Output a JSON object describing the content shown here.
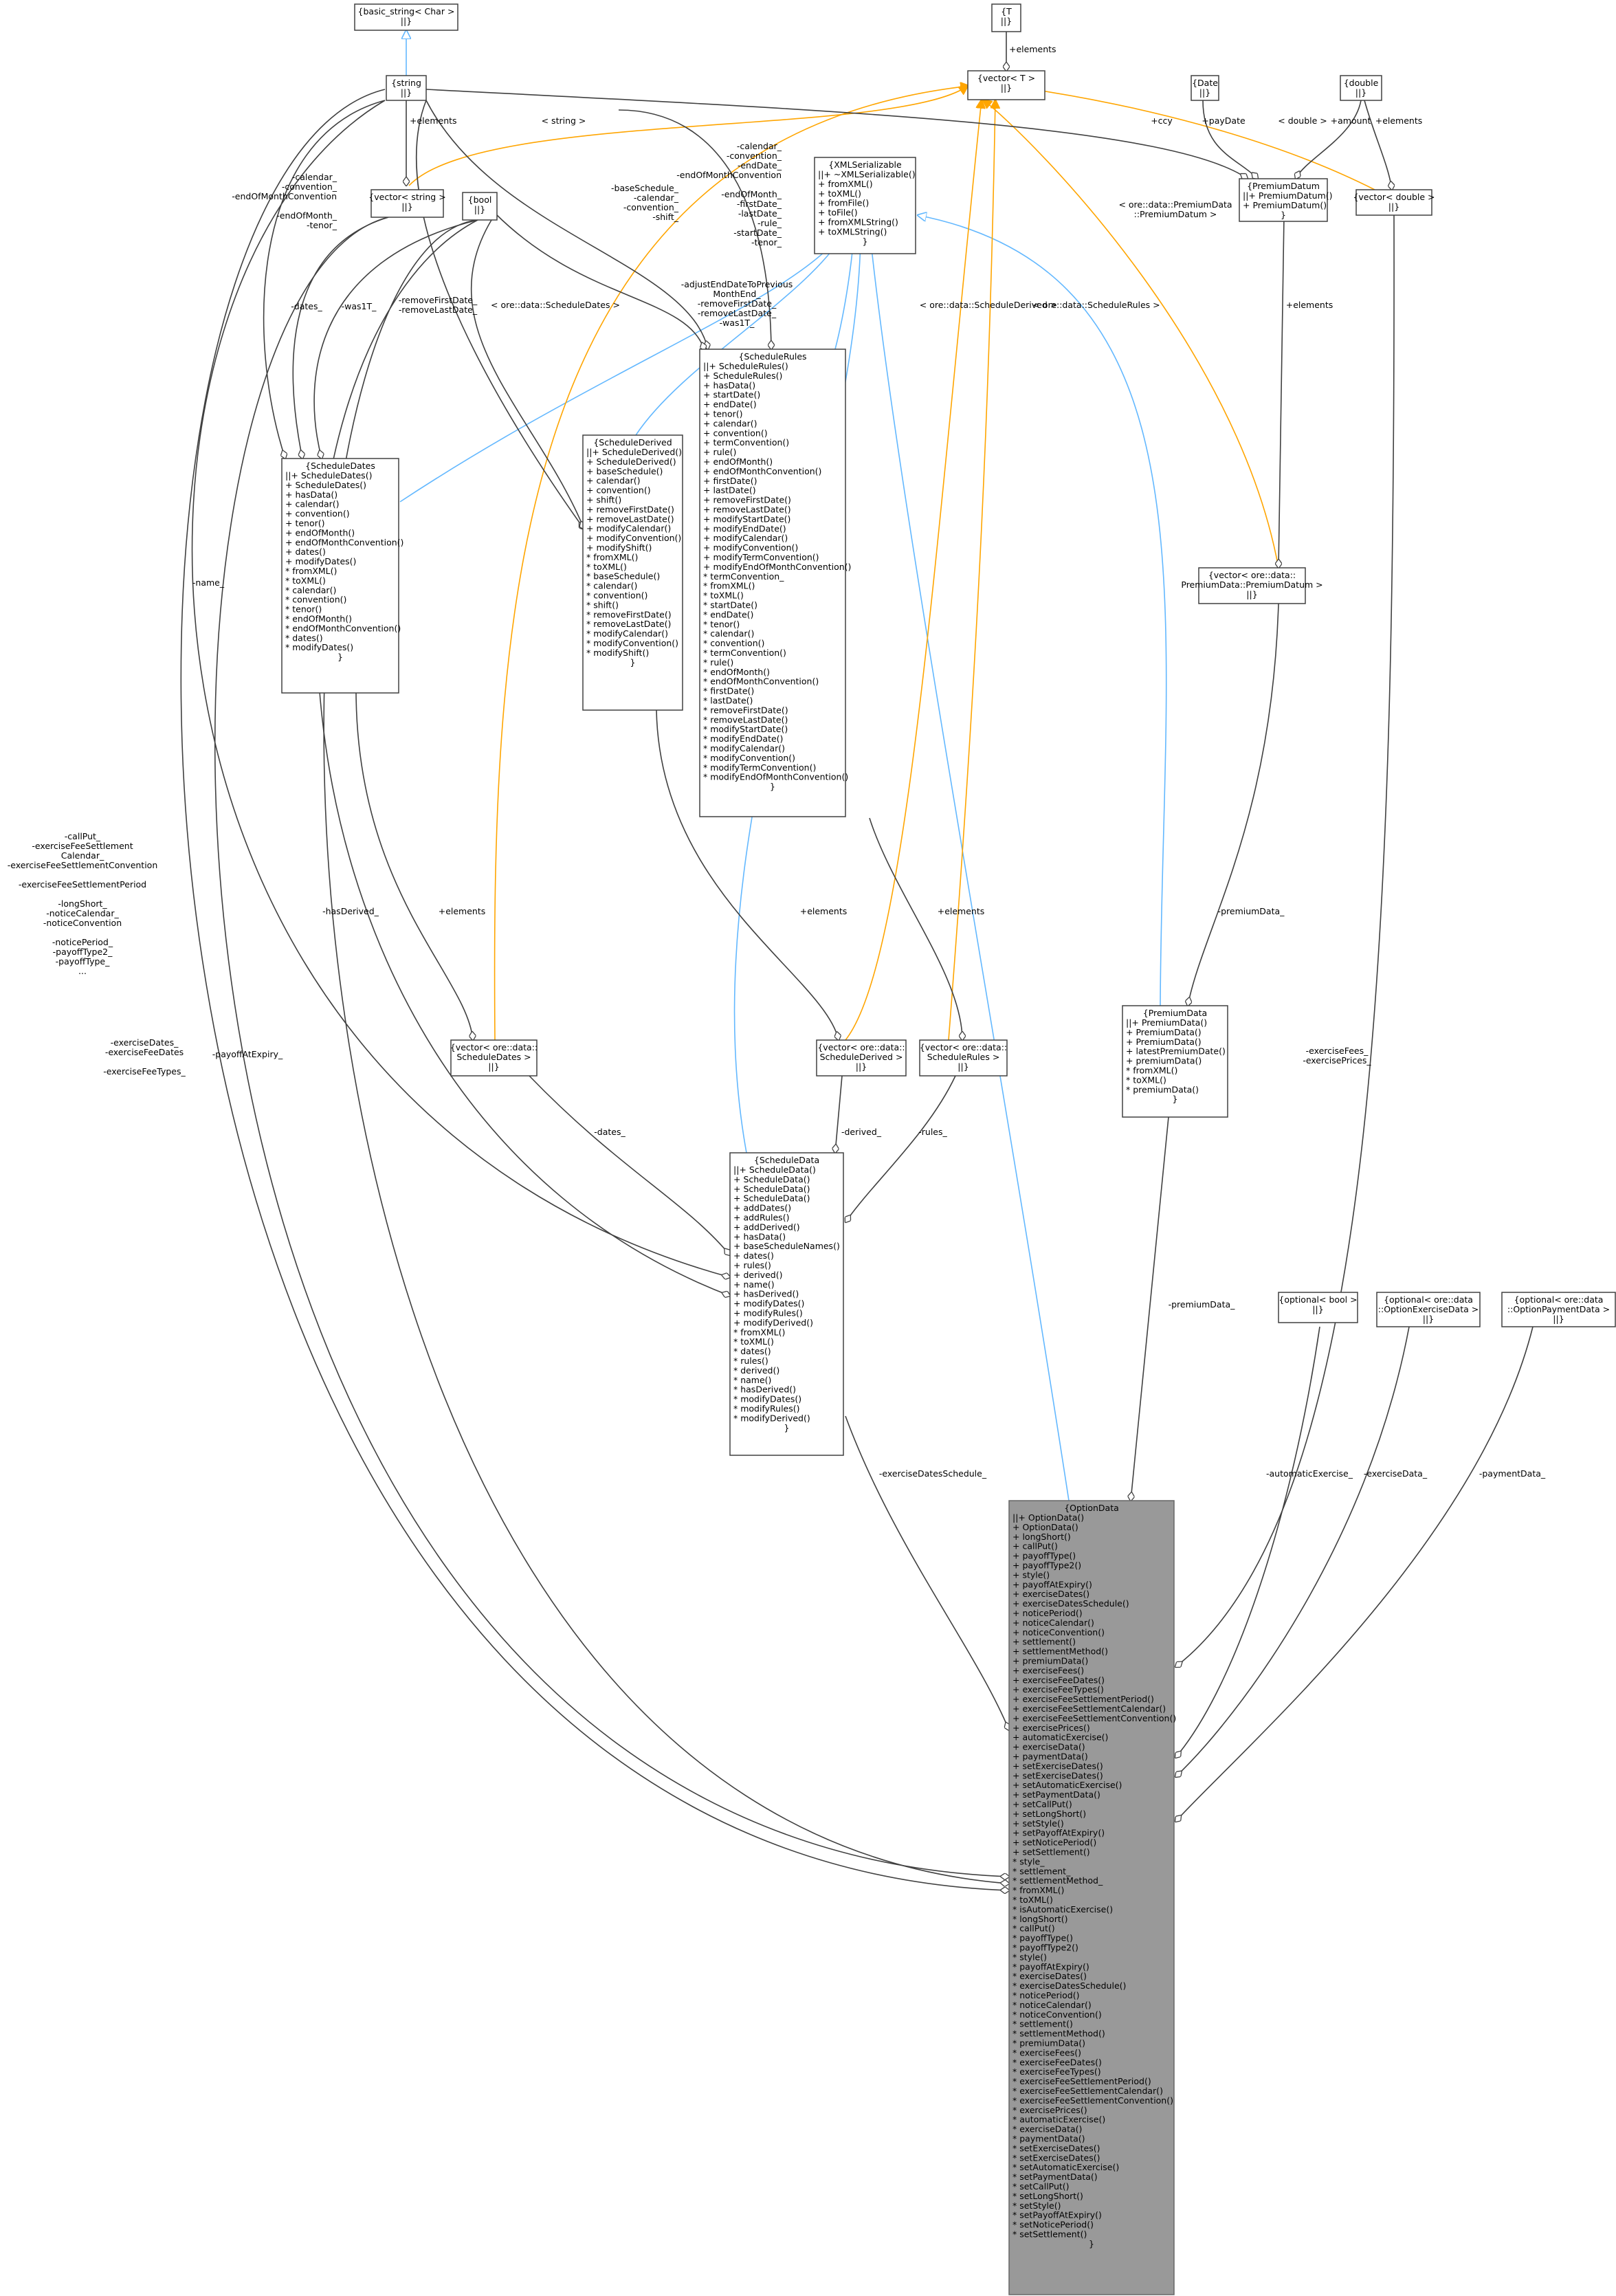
{
  "nodes": {
    "basic_string": [
      "{basic_string< Char >",
      "||}"
    ],
    "T": [
      "{T",
      "||}"
    ],
    "vectorT": [
      "{vector< T >",
      "||}"
    ],
    "string": [
      "{string",
      "||}"
    ],
    "Date": [
      "{Date",
      "||}"
    ],
    "double": [
      "{double",
      "||}"
    ],
    "vector_string": [
      "{vector< string >",
      "||}"
    ],
    "bool": [
      "{bool",
      "||}"
    ],
    "XMLSerializable": [
      "{XMLSerializable",
      "||+ ~XMLSerializable()",
      "+ fromXML()",
      "+ toXML()",
      "+ fromFile()",
      "+ toFile()",
      "+ fromXMLString()",
      "+ toXMLString()",
      "}"
    ],
    "PremiumDatum": [
      "{PremiumDatum",
      "||+ PremiumDatum()",
      "+ PremiumDatum()",
      "}"
    ],
    "vector_double": [
      "{vector< double >",
      "||}"
    ],
    "ScheduleDates": [
      "{ScheduleDates",
      "||+ ScheduleDates()",
      "+ ScheduleDates()",
      "+ hasData()",
      "+ calendar()",
      "+ convention()",
      "+ tenor()",
      "+ endOfMonth()",
      "+ endOfMonthConvention()",
      "+ dates()",
      "+ modifyDates()",
      "* fromXML()",
      "* toXML()",
      "* calendar()",
      "* convention()",
      "* tenor()",
      "* endOfMonth()",
      "* endOfMonthConvention()",
      "* dates()",
      "* modifyDates()",
      "}"
    ],
    "ScheduleDerived": [
      "{ScheduleDerived",
      "||+ ScheduleDerived()",
      "+ ScheduleDerived()",
      "+ baseSchedule()",
      "+ calendar()",
      "+ convention()",
      "+ shift()",
      "+ removeFirstDate()",
      "+ removeLastDate()",
      "+ modifyCalendar()",
      "+ modifyConvention()",
      "+ modifyShift()",
      "* fromXML()",
      "* toXML()",
      "* baseSchedule()",
      "* calendar()",
      "* convention()",
      "* shift()",
      "* removeFirstDate()",
      "* removeLastDate()",
      "* modifyCalendar()",
      "* modifyConvention()",
      "* modifyShift()",
      "}"
    ],
    "ScheduleRules": [
      "{ScheduleRules",
      "||+ ScheduleRules()",
      "+ ScheduleRules()",
      "+ hasData()",
      "+ startDate()",
      "+ endDate()",
      "+ tenor()",
      "+ calendar()",
      "+ convention()",
      "+ termConvention()",
      "+ rule()",
      "+ endOfMonth()",
      "+ endOfMonthConvention()",
      "+ firstDate()",
      "+ lastDate()",
      "+ removeFirstDate()",
      "+ removeLastDate()",
      "+ modifyStartDate()",
      "+ modifyEndDate()",
      "+ modifyCalendar()",
      "+ modifyConvention()",
      "+ modifyTermConvention()",
      "+ modifyEndOfMonthConvention()",
      "* termConvention_",
      "* fromXML()",
      "* toXML()",
      "* startDate()",
      "* endDate()",
      "* tenor()",
      "* calendar()",
      "* convention()",
      "* termConvention()",
      "* rule()",
      "* endOfMonth()",
      "* endOfMonthConvention()",
      "* firstDate()",
      "* lastDate()",
      "* removeFirstDate()",
      "* removeLastDate()",
      "* modifyStartDate()",
      "* modifyEndDate()",
      "* modifyCalendar()",
      "* modifyConvention()",
      "* modifyTermConvention()",
      "* modifyEndOfMonthConvention()",
      "}"
    ],
    "vector_PremiumDatum": [
      "{vector< ore::data::",
      "PremiumData::PremiumDatum >",
      "||}"
    ],
    "vector_ScheduleDates": [
      "{vector< ore::data::",
      "ScheduleDates >",
      "||}"
    ],
    "vector_ScheduleDerived": [
      "{vector< ore::data::",
      "ScheduleDerived >",
      "||}"
    ],
    "vector_ScheduleRules": [
      "{vector< ore::data::",
      "ScheduleRules >",
      "||}"
    ],
    "PremiumData": [
      "{PremiumData",
      "||+ PremiumData()",
      "+ PremiumData()",
      "+ PremiumData()",
      "+ latestPremiumDate()",
      "+ premiumData()",
      "* fromXML()",
      "* toXML()",
      "* premiumData()",
      "}"
    ],
    "ScheduleData": [
      "{ScheduleData",
      "||+ ScheduleData()",
      "+ ScheduleData()",
      "+ ScheduleData()",
      "+ ScheduleData()",
      "+ addDates()",
      "+ addRules()",
      "+ addDerived()",
      "+ hasData()",
      "+ baseScheduleNames()",
      "+ dates()",
      "+ rules()",
      "+ derived()",
      "+ name()",
      "+ hasDerived()",
      "+ modifyDates()",
      "+ modifyRules()",
      "+ modifyDerived()",
      "* fromXML()",
      "* toXML()",
      "* dates()",
      "* rules()",
      "* derived()",
      "* name()",
      "* hasDerived()",
      "* modifyDates()",
      "* modifyRules()",
      "* modifyDerived()",
      "}"
    ],
    "optional_bool": [
      "{optional< bool >",
      "||}"
    ],
    "optional_exercise": [
      "{optional< ore::data",
      "::OptionExerciseData >",
      "||}"
    ],
    "optional_payment": [
      "{optional< ore::data",
      "::OptionPaymentData >",
      "||}"
    ],
    "OptionData": [
      "{OptionData",
      "||+ OptionData()",
      "+ OptionData()",
      "+ longShort()",
      "+ callPut()",
      "+ payoffType()",
      "+ payoffType2()",
      "+ style()",
      "+ payoffAtExpiry()",
      "+ exerciseDates()",
      "+ exerciseDatesSchedule()",
      "+ noticePeriod()",
      "+ noticeCalendar()",
      "+ noticeConvention()",
      "+ settlement()",
      "+ settlementMethod()",
      "+ premiumData()",
      "+ exerciseFees()",
      "+ exerciseFeeDates()",
      "+ exerciseFeeTypes()",
      "+ exerciseFeeSettlementPeriod()",
      "+ exerciseFeeSettlementCalendar()",
      "+ exerciseFeeSettlementConvention()",
      "+ exercisePrices()",
      "+ automaticExercise()",
      "+ exerciseData()",
      "+ paymentData()",
      "+ setExerciseDates()",
      "+ setExerciseDates()",
      "+ setAutomaticExercise()",
      "+ setPaymentData()",
      "+ setCallPut()",
      "+ setLongShort()",
      "+ setStyle()",
      "+ setPayoffAtExpiry()",
      "+ setNoticePeriod()",
      "+ setSettlement()",
      "* style_",
      "* settlement_",
      "* settlementMethod_",
      "* fromXML()",
      "* toXML()",
      "* isAutomaticExercise()",
      "* longShort()",
      "* callPut()",
      "* payoffType()",
      "* payoffType2()",
      "* style()",
      "* payoffAtExpiry()",
      "* exerciseDates()",
      "* exerciseDatesSchedule()",
      "* noticePeriod()",
      "* noticeCalendar()",
      "* noticeConvention()",
      "* settlement()",
      "* settlementMethod()",
      "* premiumData()",
      "* exerciseFees()",
      "* exerciseFeeDates()",
      "* exerciseFeeTypes()",
      "* exerciseFeeSettlementPeriod()",
      "* exerciseFeeSettlementCalendar()",
      "* exerciseFeeSettlementConvention()",
      "* exercisePrices()",
      "* automaticExercise()",
      "* exerciseData()",
      "* paymentData()",
      "* setExerciseDates()",
      "* setExerciseDates()",
      "* setAutomaticExercise()",
      "* setPaymentData()",
      "* setCallPut()",
      "* setLongShort()",
      "* setStyle()",
      "* setPayoffAtExpiry()",
      "* setNoticePeriod()",
      "* setSettlement()",
      "}"
    ]
  },
  "edge_labels": {
    "T_elements": "+elements",
    "string_elements": "+elements",
    "string_tmpl": "< string >",
    "ccy": "+ccy",
    "payDate": "+payDate",
    "amount": "+amount",
    "double_elements": "+elements",
    "double_tmpl": "< double >",
    "premiumdatum_tmpl": [
      "< ore::data::PremiumData",
      "::PremiumDatum >"
    ],
    "premiumdatum_elements": "+elements",
    "sd_string": [
      "-calendar_",
      "-convention_",
      "-endOfMonthConvention",
      "",
      "-endOfMonth_",
      "-tenor_"
    ],
    "sd_dates": "-dates_",
    "sd_was1T": "-was1T_",
    "sder_string": [
      "-baseSchedule_",
      "-calendar_",
      "-convention_",
      "-shift_"
    ],
    "sder_bool": [
      "-removeFirstDate_",
      "-removeLastDate_"
    ],
    "sr_string": [
      "-calendar_",
      "-convention_",
      "-endDate_",
      "-endOfMonthConvention",
      "",
      "-endOfMonth_",
      "-firstDate_",
      "-lastDate_",
      "-rule_",
      "-startDate_",
      "-tenor_"
    ],
    "sr_bool": [
      "-adjustEndDateToPrevious",
      "MonthEnd_",
      "-removeFirstDate_",
      "-removeLastDate_",
      "-was1T_"
    ],
    "sdates_tmpl": "< ore::data::ScheduleDates >",
    "sderived_tmpl": "< ore::data::ScheduleDerived >",
    "srules_tmpl": "< ore::data::ScheduleRules >",
    "vsd_elements": "+elements",
    "vsder_elements": "+elements",
    "vsr_elements": "+elements",
    "name": "-name_",
    "hasDerived": "-hasDerived_",
    "dates": "-dates_",
    "derived": "-derived_",
    "rules": "-rules_",
    "premiumData_vec": "-premiumData_",
    "premiumData": "-premiumData_",
    "od_string": [
      "-callPut_",
      "-exerciseFeeSettlement",
      "Calendar_",
      "-exerciseFeeSettlementConvention",
      "",
      "-exerciseFeeSettlementPeriod",
      "",
      "-longShort_",
      "-noticeCalendar_",
      "-noticeConvention",
      "",
      "-noticePeriod_",
      "-payoffType2_",
      "-payoffType_",
      "..."
    ],
    "od_vstring": [
      "-exerciseDates_",
      "-exerciseFeeDates",
      "",
      "-exerciseFeeTypes_"
    ],
    "payoffAtExpiry": "-payoffAtExpiry_",
    "exerciseFees": [
      "-exerciseFees_",
      "-exercisePrices_"
    ],
    "exerciseDatesSchedule": "-exerciseDatesSchedule_",
    "automaticExercise": "-automaticExercise_",
    "exerciseData": "-exerciseData_",
    "paymentData": "-paymentData_"
  }
}
